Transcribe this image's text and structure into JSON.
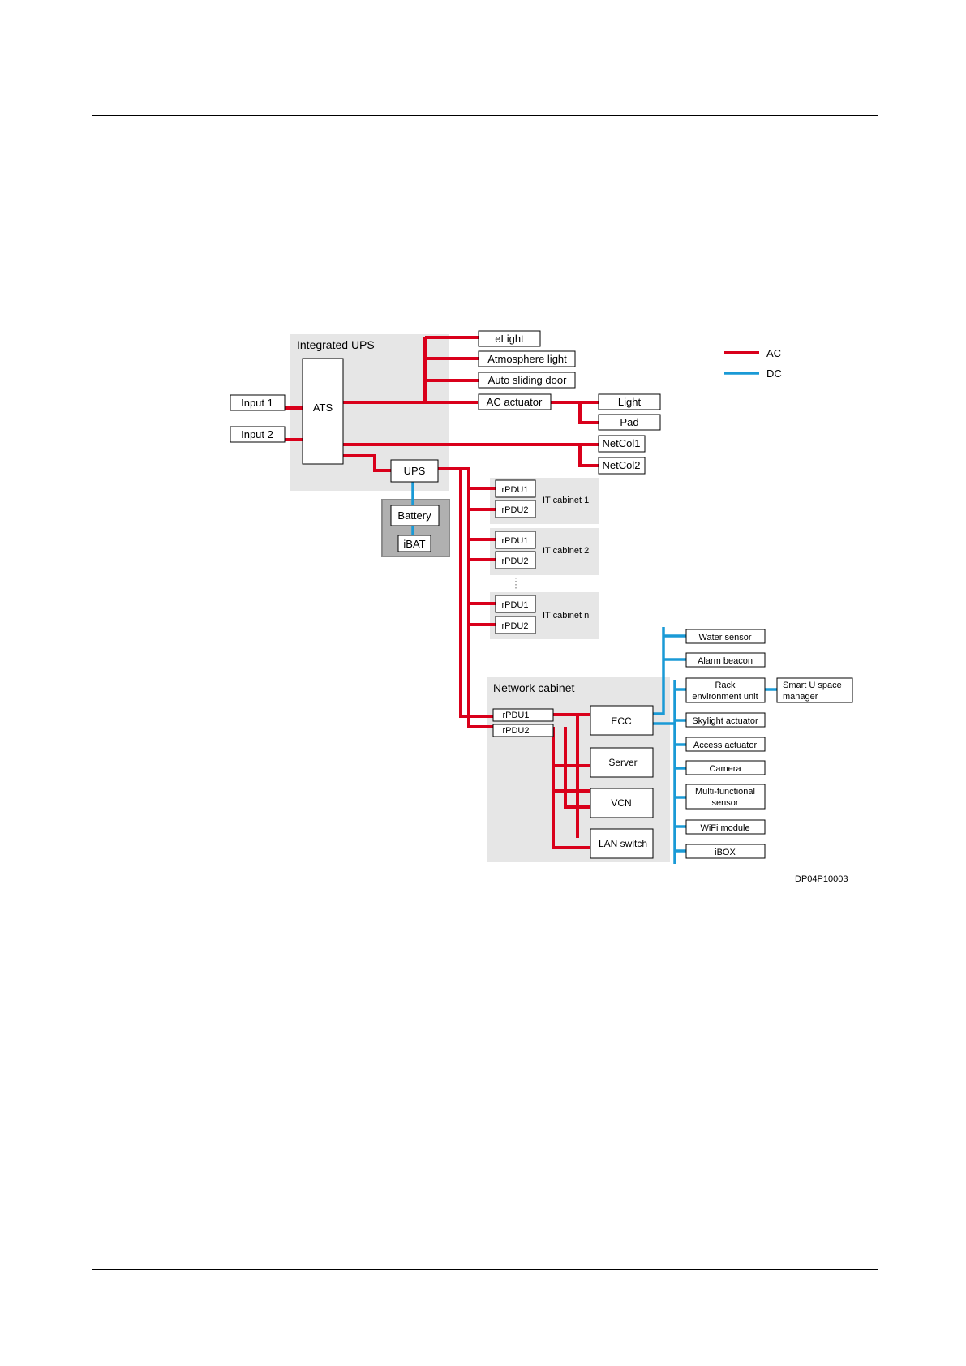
{
  "legend": {
    "ac": "AC",
    "dc": "DC",
    "ac_color": "#d9001b",
    "dc_color": "#1a9ad6"
  },
  "groups": {
    "integrated_ups": "Integrated UPS",
    "network_cabinet": "Network cabinet",
    "it_cabinet_1": "IT cabinet 1",
    "it_cabinet_2": "IT cabinet 2",
    "it_cabinet_n": "IT cabinet n"
  },
  "nodes": {
    "input1": "Input 1",
    "input2": "Input 2",
    "ats": "ATS",
    "ups": "UPS",
    "battery": "Battery",
    "ibat": "iBAT",
    "elight": "eLight",
    "atmosphere_light": "Atmosphere light",
    "auto_sliding_door": "Auto sliding door",
    "ac_actuator": "AC actuator",
    "light": "Light",
    "pad": "Pad",
    "netcol1": "NetCol1",
    "netcol2": "NetCol2",
    "rpdu1": "rPDU1",
    "rpdu2": "rPDU2",
    "ecc": "ECC",
    "server": "Server",
    "vcn": "VCN",
    "lan_switch": "LAN switch",
    "water_sensor": "Water sensor",
    "alarm_beacon": "Alarm beacon",
    "rack_env_unit_l1": "Rack",
    "rack_env_unit_l2": "environment unit",
    "smart_u_l1": "Smart U space",
    "smart_u_l2": "manager",
    "skylight_actuator": "Skylight actuator",
    "access_actuator": "Access actuator",
    "camera": "Camera",
    "multi_sensor_l1": "Multi-functional",
    "multi_sensor_l2": "sensor",
    "wifi_module": "WiFi module",
    "ibox": "iBOX"
  },
  "figure_id": "DP04P10003"
}
